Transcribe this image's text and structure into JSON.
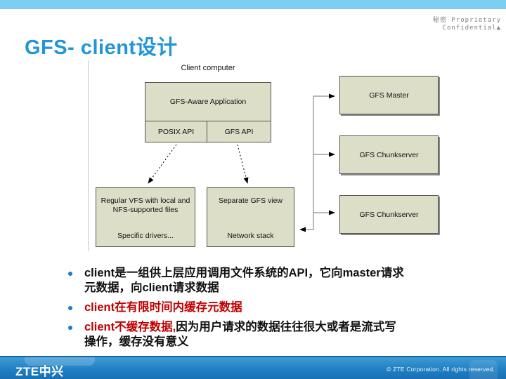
{
  "header": {
    "title": "GFS- client设计",
    "classification_line1": "秘密 Proprietary",
    "classification_line2": "Confidential▲"
  },
  "diagram": {
    "client_computer_label": "Client computer",
    "app_box": "GFS-Aware Application",
    "posix_api_box": "POSIX API",
    "gfs_api_box": "GFS API",
    "vfs_box_title": "Regular VFS with local and NFS-supported files",
    "vfs_box_sub": "Specific drivers...",
    "gfs_view_box_title": "Separate GFS view",
    "gfs_view_box_sub": "Network stack",
    "master_box": "GFS Master",
    "chunkserver1_box": "GFS Chunkserver",
    "chunkserver2_box": "GFS Chunkserver",
    "box_fill_color": "#dcdec8"
  },
  "bullets": [
    {
      "lines": [
        [
          {
            "text": "client是一组供上层应用调用文件系统的API，它向master请求",
            "color": "black"
          }
        ],
        [
          {
            "text": "元数据，向client请求数据",
            "color": "black"
          }
        ]
      ]
    },
    {
      "lines": [
        [
          {
            "text": "client在有限时间内缓存元数据",
            "color": "red"
          }
        ]
      ]
    },
    {
      "lines": [
        [
          {
            "text": "client不缓存数据,",
            "color": "red"
          },
          {
            "text": "因为用户请求的数据往往很大或者是流式写",
            "color": "black"
          }
        ],
        [
          {
            "text": "操作，缓存没有意义",
            "color": "black"
          }
        ]
      ]
    }
  ],
  "footer": {
    "logo_text": "ZTE中兴",
    "copyright": "© ZTE Corporation. All rights reserved."
  },
  "colors": {
    "title_blue": "#2095d8",
    "topbar_blue": "#7ecdf2",
    "bullet_dot_blue": "#1a7ad4",
    "red_text": "#c00000",
    "footer_blue": "#2080c4"
  }
}
